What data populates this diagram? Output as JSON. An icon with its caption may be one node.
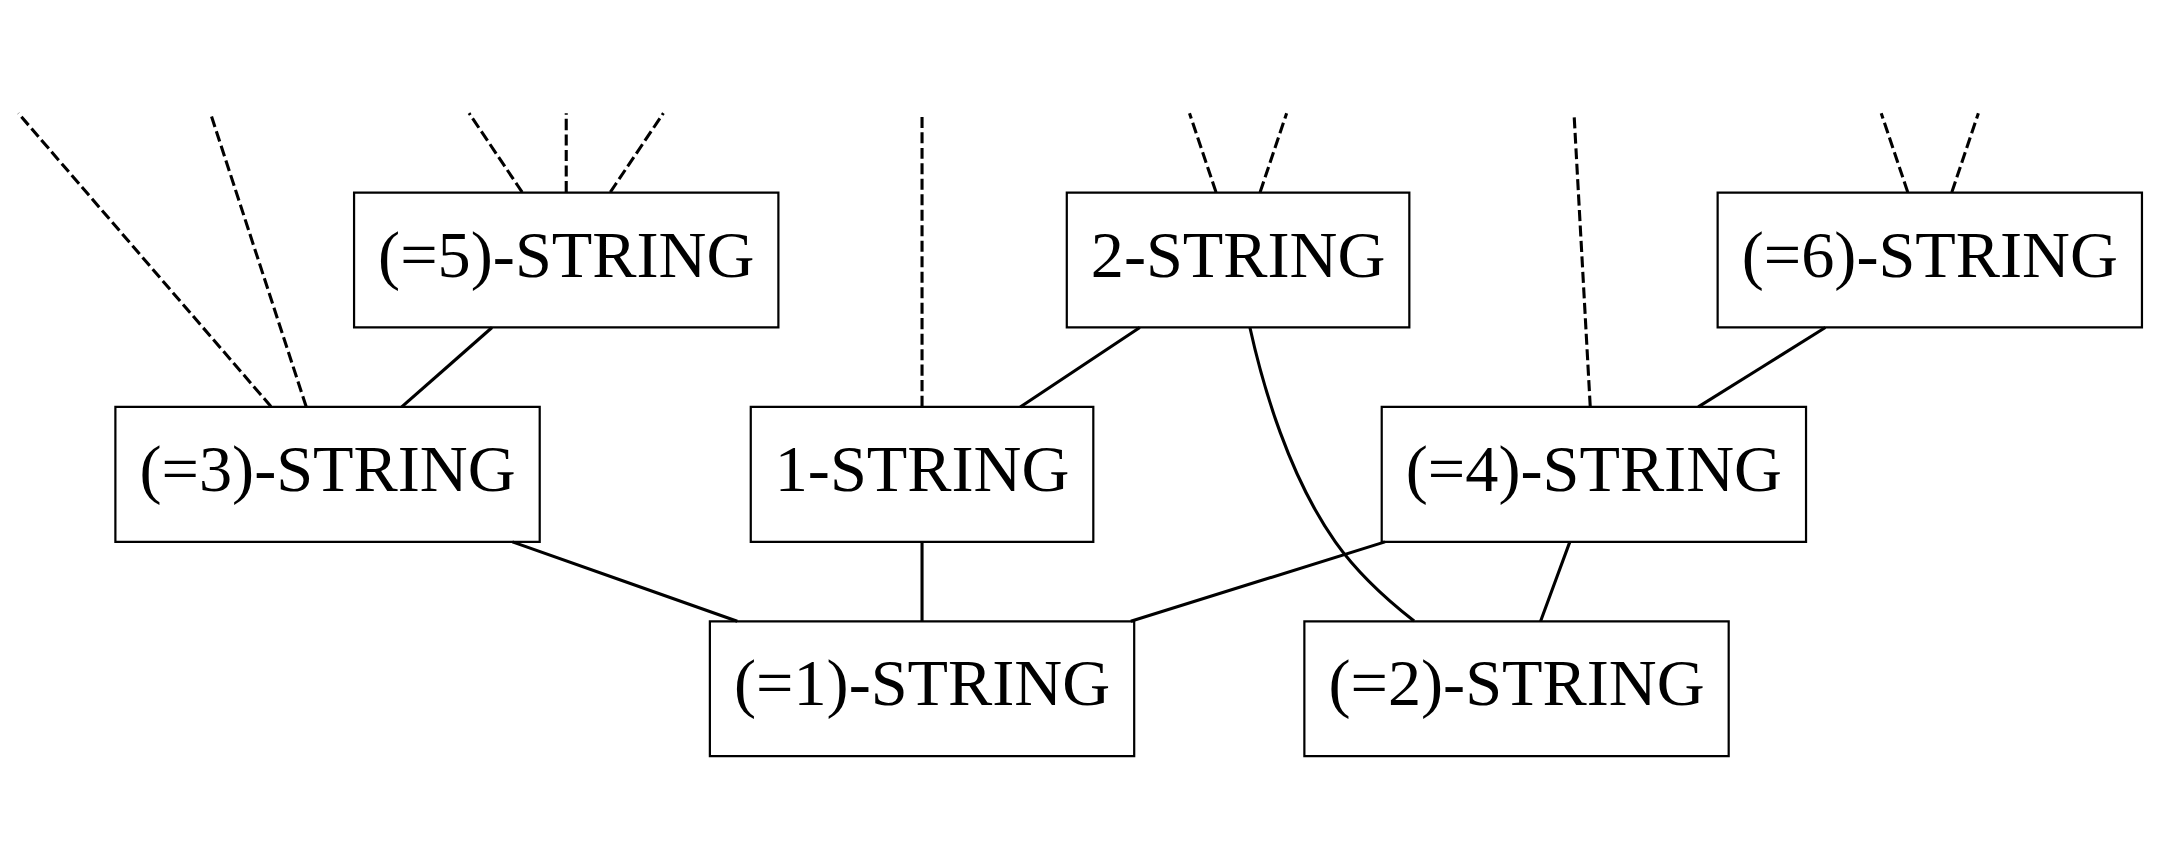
{
  "diagram": {
    "nodes": [
      {
        "text": [
          "2-STRING"
        ]
      },
      {
        "text": [
          "1-STRING"
        ]
      },
      {
        "text": [
          "(=5)-STRING"
        ]
      },
      {
        "text": [
          "(=6)-STRING"
        ]
      },
      {
        "text": [
          "(=3)-STRING"
        ]
      },
      {
        "text": [
          "(=4)-STRING"
        ]
      },
      {
        "text": [
          "(=1)-STRING"
        ]
      },
      {
        "text": [
          "(=2)-STRING"
        ]
      }
    ],
    "edges": [
      {
        "from": 0,
        "to": 1,
        "arrow": "none"
      },
      {
        "from": 0,
        "to": 7,
        "arrow": "none"
      },
      {
        "from": 1,
        "to": 6,
        "arrow": "none"
      },
      {
        "from": 2,
        "to": 4,
        "arrow": "none"
      },
      {
        "from": 3,
        "to": 5,
        "arrow": "none"
      },
      {
        "from": 4,
        "to": 6,
        "arrow": "none"
      },
      {
        "from": 5,
        "to": 6,
        "arrow": "none"
      },
      {
        "from": 5,
        "to": 7,
        "arrow": "none"
      },
      {
        "from": 0,
        "to": null,
        "arrow": "none",
        "style": "dashed"
      },
      {
        "from": 0,
        "to": null,
        "arrow": "none",
        "style": "dashed"
      },
      {
        "from": 1,
        "to": null,
        "arrow": "none",
        "style": "dashed"
      },
      {
        "from": 2,
        "to": null,
        "arrow": "none",
        "style": "dashed"
      },
      {
        "from": 2,
        "to": null,
        "arrow": "none",
        "style": "dashed"
      },
      {
        "from": 2,
        "to": null,
        "arrow": "none",
        "style": "dashed"
      },
      {
        "from": 3,
        "to": null,
        "arrow": "none",
        "style": "dashed"
      },
      {
        "from": 3,
        "to": null,
        "arrow": "none",
        "style": "dashed"
      },
      {
        "from": 4,
        "to": null,
        "arrow": "none",
        "style": "dashed"
      },
      {
        "from": 4,
        "to": null,
        "arrow": "none",
        "style": "dashed"
      },
      {
        "from": 5,
        "to": null,
        "arrow": "none",
        "style": "dashed"
      }
    ]
  }
}
